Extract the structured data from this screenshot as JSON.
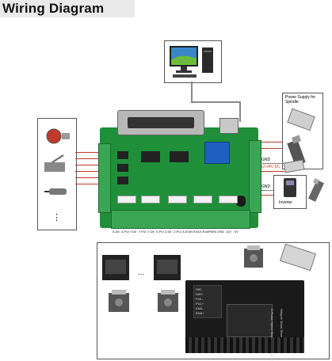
{
  "title": "Wiring Diagram",
  "power_supply_label": "Power Supply for Spindle",
  "pins": {
    "gnd_top": "GND",
    "dc": "12-24V DC",
    "gnd_bottom": "GND"
  },
  "inverter_label": "Inverter",
  "ellipsis": "...",
  "input_list_ellipsis": "⋮",
  "bottom_terminal_labels": [
    "A.Dir",
    "A.Pul",
    "Y.Dir",
    "Y.Pul",
    "X.Dir",
    "X.Pul",
    "Z.Dir",
    "Z.Pul",
    "A.EnA",
    "Y.EnA",
    "X.EnA",
    "PWM",
    "GND",
    "12V",
    "5V"
  ],
  "driver_terminals": [
    "DIR-",
    "DIR+",
    "PUL-",
    "PUL+",
    "ENA-",
    "ENA+"
  ],
  "driver_side_texts": [
    "2-Phase Hybrid Stepper Motor Driver",
    "Stepper Motor Driver"
  ],
  "colors": {
    "board_green": "#1f8f3a",
    "terminal_green": "#3aa655",
    "relay_blue": "#1f5fbf",
    "wire_red": "#c0392b",
    "driver_black": "#1a1a1a"
  }
}
